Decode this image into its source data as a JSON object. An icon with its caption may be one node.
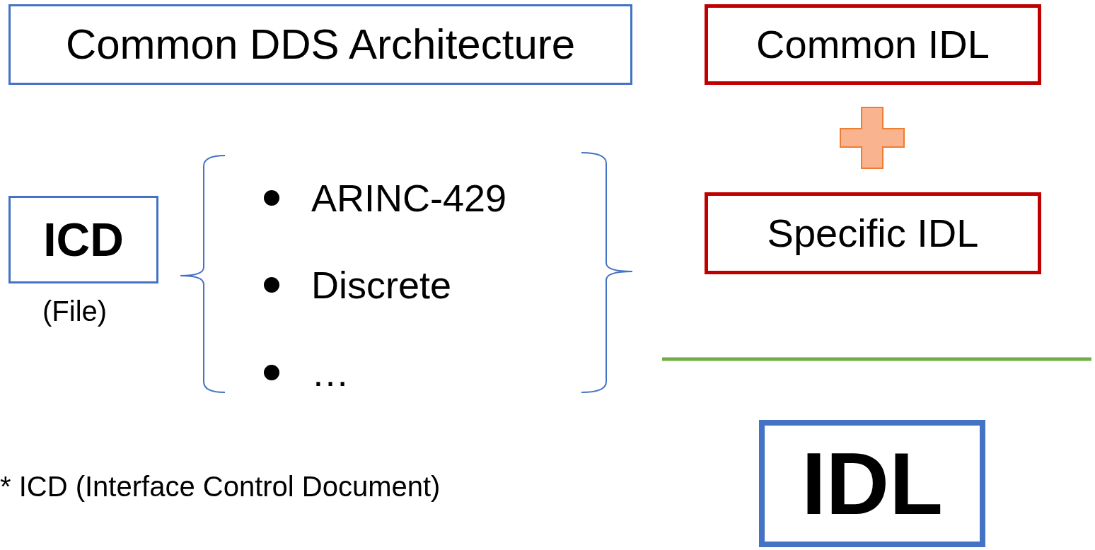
{
  "diagram": {
    "nodes": [
      {
        "text": [
          "Common DDS Architecture"
        ]
      },
      {
        "text": [
          "ICD"
        ],
        "beside": [
          "(File)"
        ]
      },
      {
        "text": [
          "Common IDL"
        ]
      },
      {
        "text": [
          "Specific IDL"
        ]
      },
      {
        "text": [
          "IDL"
        ]
      }
    ],
    "labels": [
      "ARINC-429",
      "Discrete",
      "…",
      "* ICD (Interface Control Document)"
    ]
  }
}
